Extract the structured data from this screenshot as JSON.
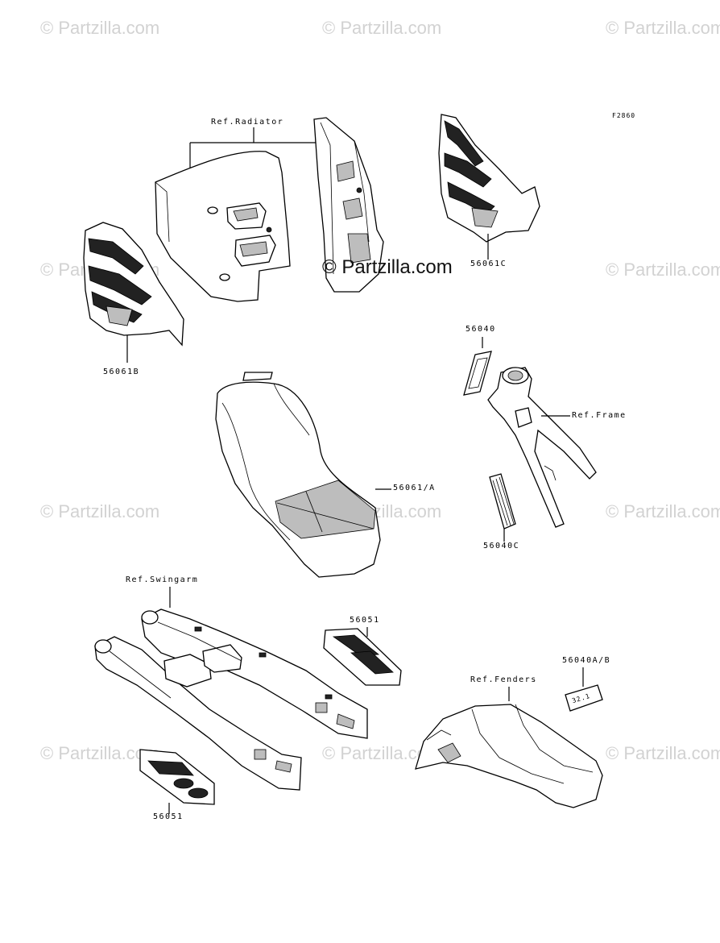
{
  "figure_code": "F2860",
  "watermark": "© Partzilla.com",
  "watermark_center": "© Partzilla.com",
  "labels": {
    "ref_radiator": "Ref.Radiator",
    "ref_frame": "Ref.Frame",
    "ref_swingarm": "Ref.Swingarm",
    "ref_fenders": "Ref.Fenders",
    "p56061C": "56061C",
    "p56061B": "56061B",
    "p56040": "56040",
    "p56061A": "56061/A",
    "p56040C": "56040C",
    "p56051_top": "56051",
    "p56040AB": "56040A/B",
    "p56051_bottom": "56051"
  },
  "decal_text": "32.1"
}
